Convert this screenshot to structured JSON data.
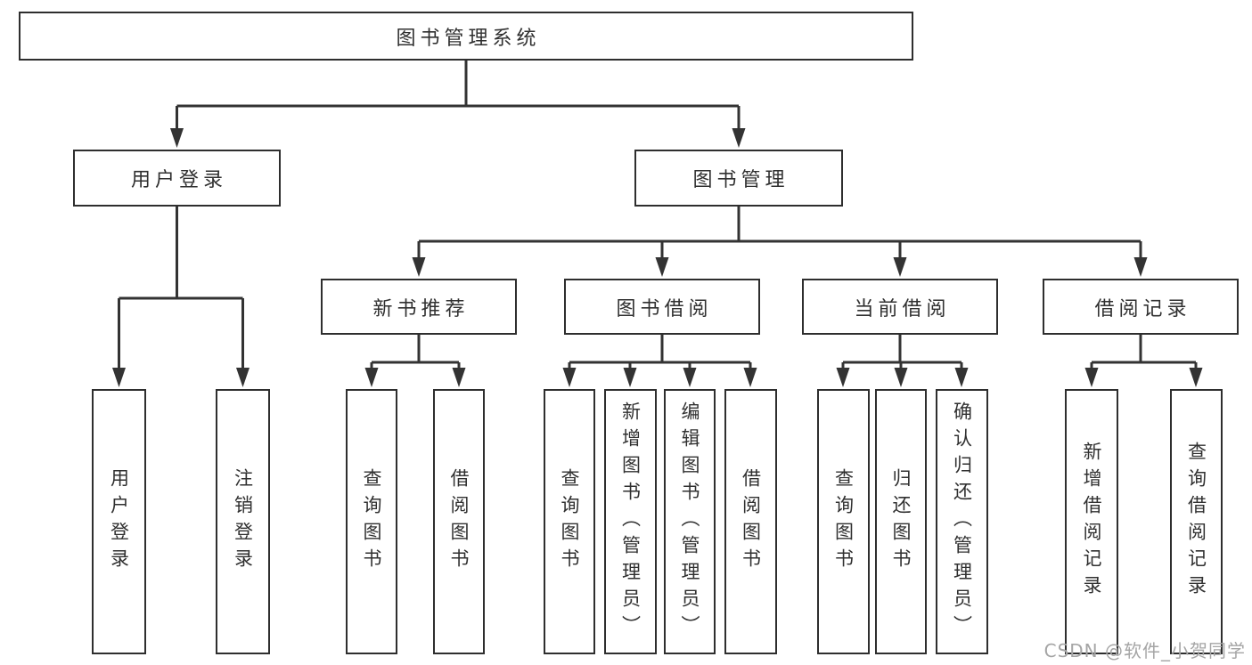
{
  "diagram": {
    "title": "图书管理系统",
    "branches": [
      {
        "label": "用户登录",
        "children": [
          {
            "label": "用户登录"
          },
          {
            "label": "注销登录"
          }
        ]
      },
      {
        "label": "图书管理",
        "children": [
          {
            "label": "新书推荐",
            "children": [
              {
                "label": "查询图书"
              },
              {
                "label": "借阅图书"
              }
            ]
          },
          {
            "label": "图书借阅",
            "children": [
              {
                "label": "查询图书"
              },
              {
                "label": "新增图书（管理员）"
              },
              {
                "label": "编辑图书（管理员）"
              },
              {
                "label": "借阅图书"
              }
            ]
          },
          {
            "label": "当前借阅",
            "children": [
              {
                "label": "查询图书"
              },
              {
                "label": "归还图书"
              },
              {
                "label": "确认归还（管理员）"
              }
            ]
          },
          {
            "label": "借阅记录",
            "children": [
              {
                "label": "新增借阅记录"
              },
              {
                "label": "查询借阅记录"
              }
            ]
          }
        ]
      }
    ]
  },
  "watermark": {
    "text": "CSDN @软件_小贺同学"
  },
  "colors": {
    "line": "#333333",
    "box_border": "#2e2e2e",
    "text": "#303030",
    "watermark": "#a5a5a5",
    "background": "#ffffff"
  }
}
